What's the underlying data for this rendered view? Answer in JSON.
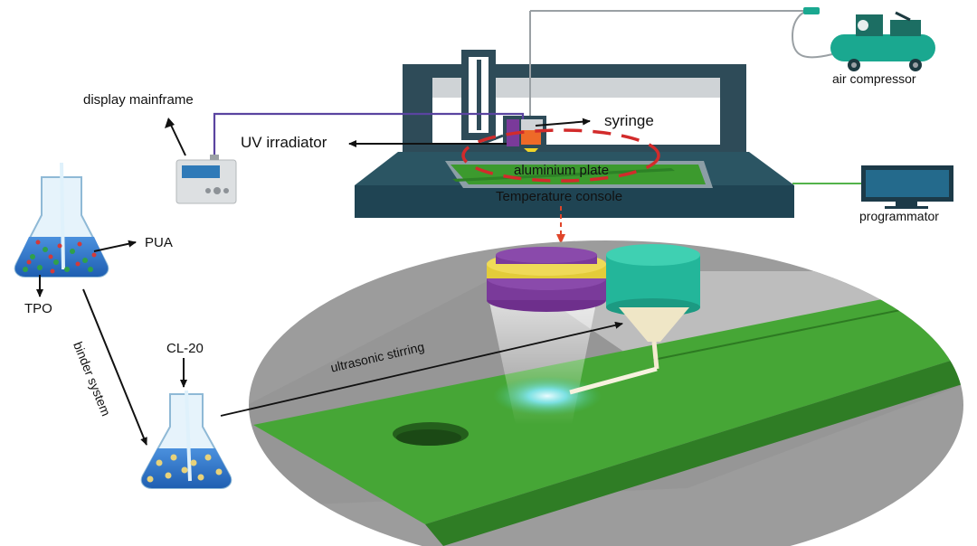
{
  "labels": {
    "display_mainframe": "display mainframe",
    "uv_irradiator": "UV irradiator",
    "syringe": "syringe",
    "aluminium_plate": "aluminium plate",
    "temperature_console": "Temperature console",
    "air_compressor": "air compressor",
    "programmator": "programmator",
    "pua": "PUA",
    "tpo": "TPO",
    "binder_system": "binder system",
    "cl20": "CL-20",
    "ultrasonic_stirring": "ultrasonic stirring"
  },
  "colors": {
    "frame": "#2e4b58",
    "platform": "#1f4453",
    "plate_green": "#3c9a2e",
    "track_green": "#46a636",
    "dashed_circle": "#d22b2b",
    "arrow_red": "#e0452a",
    "flask_liquid": "#2a72c8",
    "compressor_teal": "#1aa890",
    "nozzle_teal": "#23b69a",
    "ring_purple": "#7a3a9a",
    "ring_yellow": "#e3cc3a"
  }
}
